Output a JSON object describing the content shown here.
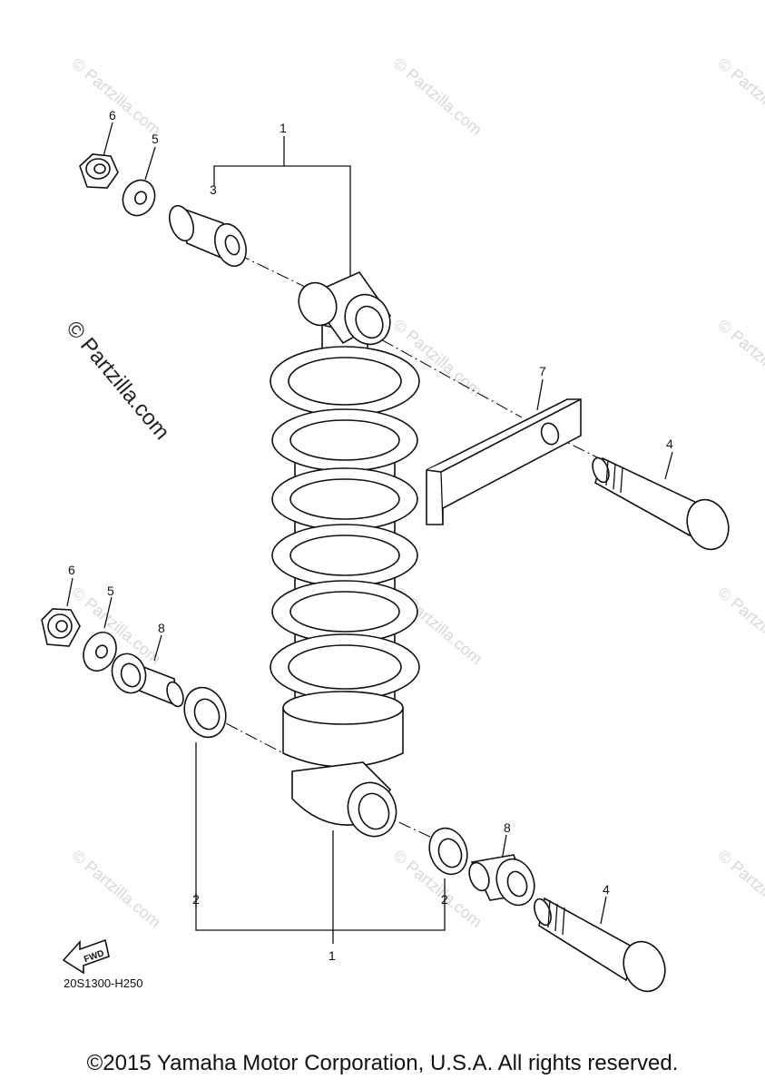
{
  "diagram": {
    "callouts": {
      "c1_top": "1",
      "c1_bottom": "1",
      "c2_left": "2",
      "c2_right": "2",
      "c3": "3",
      "c4_top": "4",
      "c4_bottom": "4",
      "c5_top": "5",
      "c5_bottom": "5",
      "c6_top": "6",
      "c6_bottom": "6",
      "c7": "7",
      "c8_top": "8",
      "c8_bottom": "8"
    },
    "watermark_text": "© Partzilla.com",
    "watermark_small": "© Partzilla.com",
    "fwd_label": "FWD",
    "diagram_code": "20S1300-H250"
  },
  "footer": {
    "copyright": "©2015 Yamaha Motor Corporation, U.S.A. All rights reserved."
  }
}
